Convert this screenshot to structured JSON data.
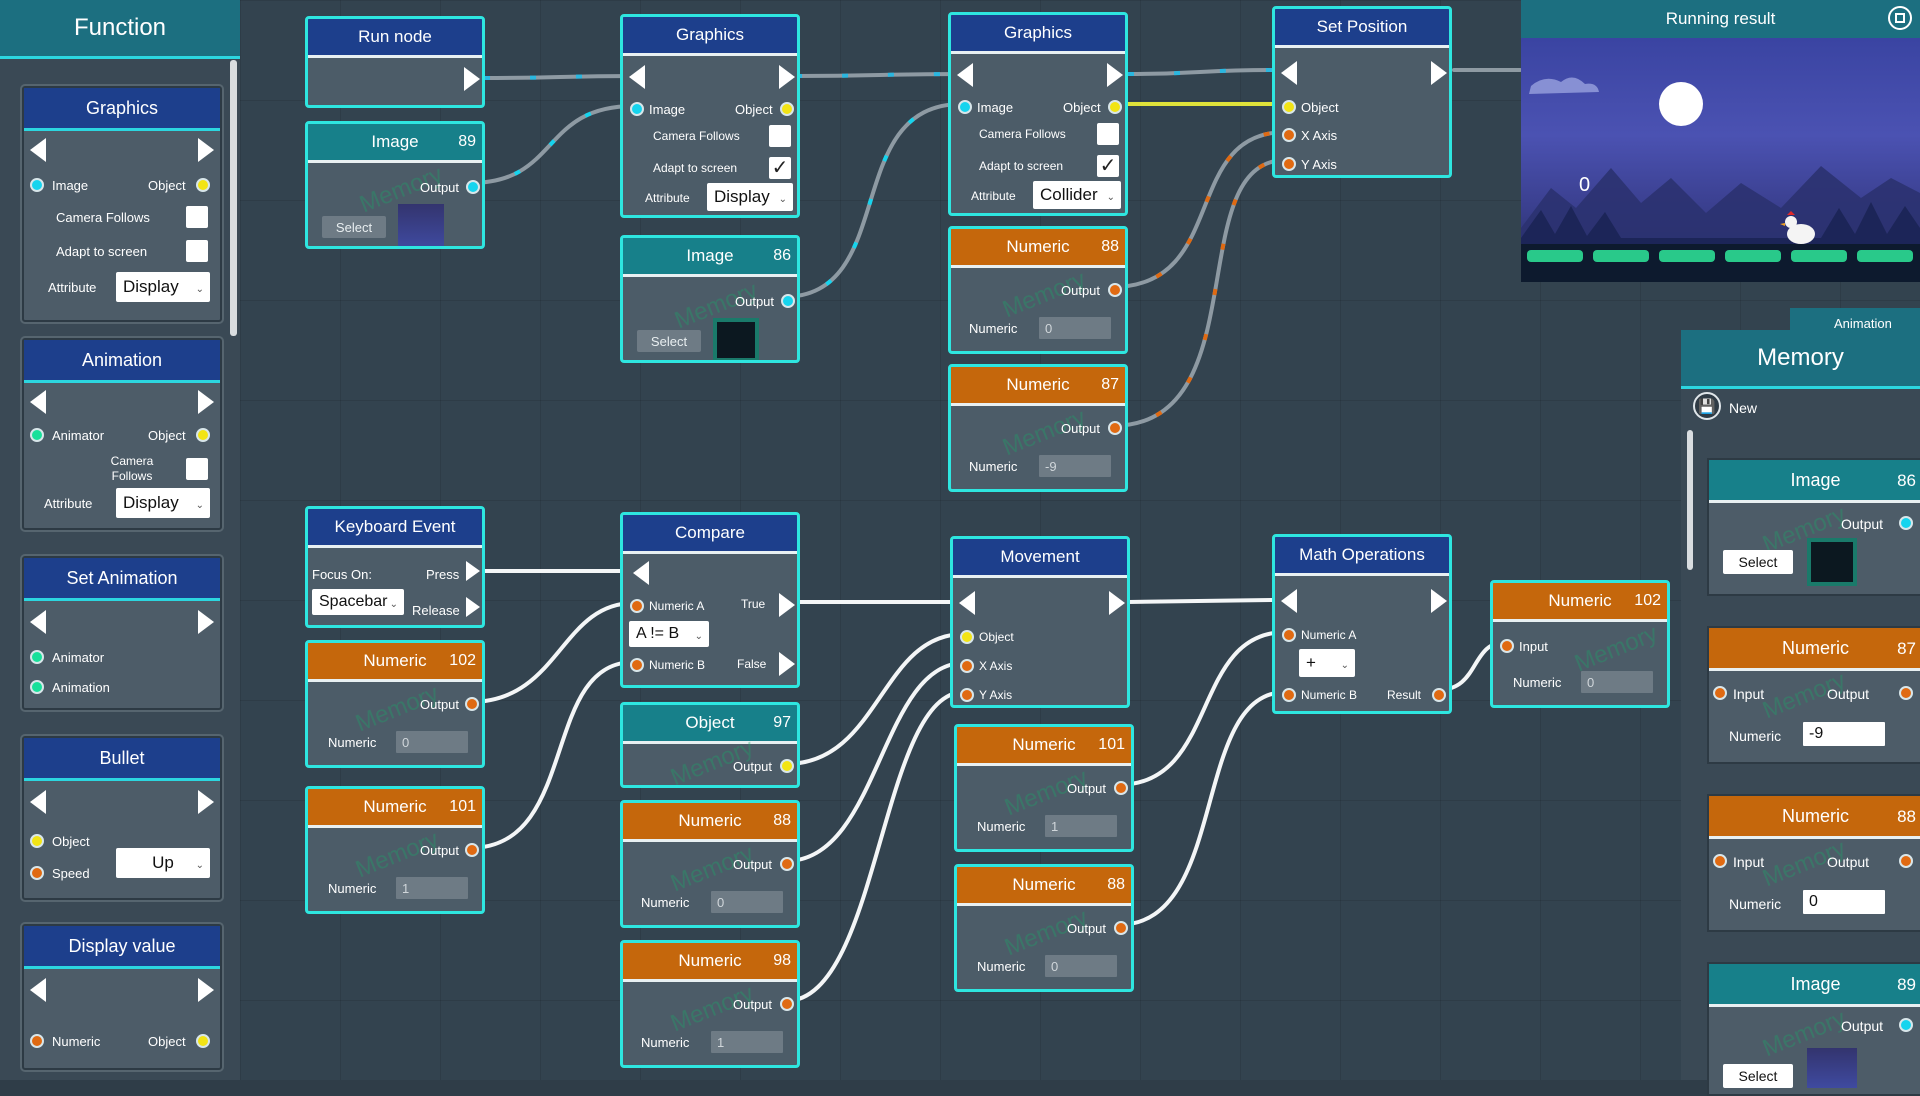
{
  "function_panel": {
    "title": "Function",
    "cards": [
      {
        "title": "Graphics",
        "image": "Image",
        "object": "Object",
        "camera_follows": "Camera Follows",
        "adapt": "Adapt to screen",
        "attribute": "Attribute",
        "attr_value": "Display"
      },
      {
        "title": "Animation",
        "animator": "Animator",
        "object": "Object",
        "camera_follows": "Camera Follows",
        "attribute": "Attribute",
        "attr_value": "Display"
      },
      {
        "title": "Set Animation",
        "animator": "Animator",
        "animation": "Animation"
      },
      {
        "title": "Bullet",
        "object": "Object",
        "speed": "Speed",
        "direction": "Up"
      },
      {
        "title": "Display value",
        "numeric": "Numeric",
        "object": "Object"
      }
    ]
  },
  "nodes": {
    "run_node": {
      "title": "Run node"
    },
    "image89": {
      "title": "Image",
      "num": "89",
      "output": "Output",
      "select": "Select",
      "watermark": "Memory"
    },
    "graphics1": {
      "title": "Graphics",
      "image": "Image",
      "object": "Object",
      "camera_follows": "Camera Follows",
      "adapt": "Adapt to screen",
      "attribute": "Attribute",
      "attr_value": "Display"
    },
    "image86": {
      "title": "Image",
      "num": "86",
      "output": "Output",
      "select": "Select",
      "watermark": "Memory"
    },
    "graphics2": {
      "title": "Graphics",
      "image": "Image",
      "object": "Object",
      "camera_follows": "Camera Follows",
      "adapt": "Adapt to screen",
      "attribute": "Attribute",
      "attr_value": "Collider"
    },
    "numeric88a": {
      "title": "Numeric",
      "num": "88",
      "output": "Output",
      "numeric": "Numeric",
      "value": "0",
      "watermark": "Memory"
    },
    "numeric87": {
      "title": "Numeric",
      "num": "87",
      "output": "Output",
      "numeric": "Numeric",
      "value": "-9",
      "watermark": "Memory"
    },
    "set_position": {
      "title": "Set Position",
      "object": "Object",
      "x_axis": "X Axis",
      "y_axis": "Y Axis"
    },
    "keyboard": {
      "title": "Keyboard Event",
      "focus_on": "Focus On:",
      "press": "Press",
      "release": "Release",
      "key": "Spacebar"
    },
    "numeric102a": {
      "title": "Numeric",
      "num": "102",
      "output": "Output",
      "numeric": "Numeric",
      "value": "0",
      "watermark": "Memory"
    },
    "numeric101a": {
      "title": "Numeric",
      "num": "101",
      "output": "Output",
      "numeric": "Numeric",
      "value": "1",
      "watermark": "Memory"
    },
    "compare": {
      "title": "Compare",
      "numeric_a": "Numeric A",
      "numeric_b": "Numeric B",
      "true": "True",
      "false": "False",
      "op": "A != B"
    },
    "object97": {
      "title": "Object",
      "num": "97",
      "output": "Output",
      "watermark": "Memory"
    },
    "numeric88b": {
      "title": "Numeric",
      "num": "88",
      "output": "Output",
      "numeric": "Numeric",
      "value": "0",
      "watermark": "Memory"
    },
    "numeric98": {
      "title": "Numeric",
      "num": "98",
      "output": "Output",
      "numeric": "Numeric",
      "value": "1",
      "watermark": "Memory"
    },
    "movement": {
      "title": "Movement",
      "object": "Object",
      "x_axis": "X Axis",
      "y_axis": "Y Axis"
    },
    "numeric101b": {
      "title": "Numeric",
      "num": "101",
      "output": "Output",
      "numeric": "Numeric",
      "value": "1",
      "watermark": "Memory"
    },
    "numeric88c": {
      "title": "Numeric",
      "num": "88",
      "output": "Output",
      "numeric": "Numeric",
      "value": "0",
      "watermark": "Memory"
    },
    "math": {
      "title": "Math Operations",
      "numeric_a": "Numeric A",
      "numeric_b": "Numeric B",
      "result": "Result",
      "op": "+"
    },
    "numeric102b": {
      "title": "Numeric",
      "num": "102",
      "input": "Input",
      "numeric": "Numeric",
      "value": "0",
      "watermark": "Memory"
    }
  },
  "running_result": {
    "title": "Running result",
    "score": "0",
    "next_tab": "Animation"
  },
  "memory_panel": {
    "title": "Memory",
    "new_label": "New",
    "cards": [
      {
        "title": "Image",
        "num": "86",
        "output": "Output",
        "select": "Select",
        "watermark": "Memory"
      },
      {
        "title": "Numeric",
        "num": "87",
        "input": "Input",
        "output": "Output",
        "numeric": "Numeric",
        "value": "-9",
        "watermark": "Memory"
      },
      {
        "title": "Numeric",
        "num": "88",
        "input": "Input",
        "output": "Output",
        "numeric": "Numeric",
        "value": "0",
        "watermark": "Memory"
      },
      {
        "title": "Image",
        "num": "89",
        "output": "Output",
        "select": "Select",
        "watermark": "Memory"
      }
    ]
  },
  "colors": {
    "accent": "#2ee6e0",
    "node_blue": "#1d3f8c",
    "node_orange": "#c5670c",
    "node_teal": "#17808a",
    "port_cyan": "#16d4ee",
    "port_yellow": "#f2e415",
    "port_orange": "#e06a12",
    "port_green": "#18e09a"
  }
}
